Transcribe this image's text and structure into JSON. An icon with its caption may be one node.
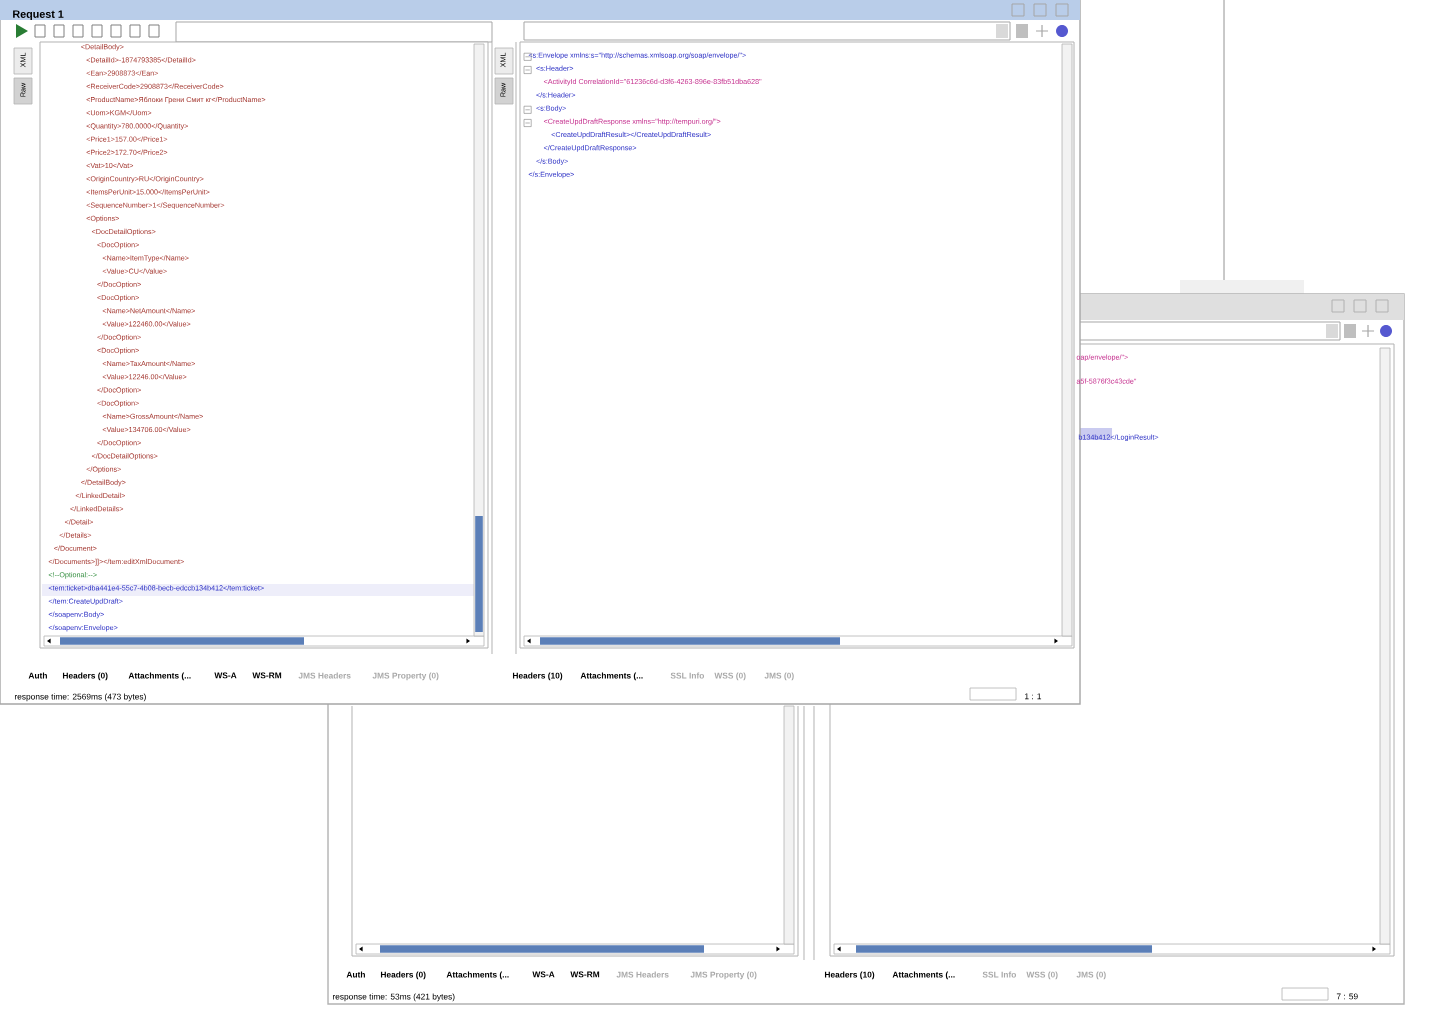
{
  "diagram": {
    "labels": [
      "Request 1",
      "XML",
      "Raw",
      "<DetailBody>",
      "<DetailId>-1874793385</DetailId>",
      "<Ean>2908873</Ean>",
      "<ReceiverCode>2908873</ReceiverCode>",
      "<ProductName>Яблоки Грени Смит кг</ProductName>",
      "<Uom>KGM</Uom>",
      "<Quantity>780.0000</Quantity>",
      "<Price1>157.00</Price1>",
      "<Price2>172.70</Price2>",
      "<Vat>10</Vat>",
      "<OriginCountry>RU</OriginCountry>",
      "<ItemsPerUnit>15.000</ItemsPerUnit>",
      "<SequenceNumber>1</SequenceNumber>",
      "<Options>",
      "<DocDetailOptions>",
      "<DocOption>",
      "<Name>ItemType</Name>",
      "<Value>CU</Value>",
      "</DocOption>",
      "<DocOption>",
      "<Name>NetAmount</Name>",
      "<Value>122460.00</Value>",
      "</DocOption>",
      "<DocOption>",
      "<Name>TaxAmount</Name>",
      "<Value>12246.00</Value>",
      "</DocOption>",
      "<DocOption>",
      "<Name>GrossAmount</Name>",
      "<Value>134706.00</Value>",
      "</DocOption>",
      "</DocDetailOptions>",
      "</Options>",
      "</DetailBody>",
      "</LinkedDetail>",
      "</LinkedDetails>",
      "</Detail>",
      "</Details>",
      "</Document>",
      "</Documents>]]></tem:editXmlDocument>",
      "<!--Optional:-->",
      "<tem:ticket>dba441e4-55c7-4b08-becb-edccb134b412</tem:ticket>",
      "</tem:CreateUpdDraft>",
      "</soapenv:Body>",
      "</soapenv:Envelope>",
      "XML",
      "Raw",
      "<s:Envelope xmlns:s=\"http://schemas.xmlsoap.org/soap/envelope/\">",
      "<s:Header>",
      "<ActivityId CorrelationId=\"61236c6d-d3f6-4263-896e-83fb51dba628\"",
      "</s:Header>",
      "<s:Body>",
      "<CreateUpdDraftResponse xmlns=\"http://tempuri.org/\">",
      "<CreateUpdDraftResult></CreateUpdDraftResult>",
      "</CreateUpdDraftResponse>",
      "</s:Body>",
      "</s:Envelope>",
      "oap/envelope/\">",
      "a5f-5876f3c43cde\"",
      "b134b412</LoginResult>",
      "Auth",
      "Headers (0)",
      "Attachments (...",
      "WS-A",
      "WS-RM",
      "JMS Headers",
      "JMS Property (0)",
      "Headers (10)",
      "Attachments (...",
      "SSL Info",
      "WSS (0)",
      "JMS (0)",
      "response time: 2569ms (473 bytes)",
      "1 : 1",
      "Auth",
      "Headers (0)",
      "Attachments (...",
      "WS-A",
      "WS-RM",
      "JMS Headers",
      "JMS Property (0)",
      "Headers (10)",
      "Attachments (...",
      "SSL Info",
      "WSS (0)",
      "JMS (0)",
      "response time: 53ms (421 bytes)",
      "7 : 59"
    ]
  }
}
